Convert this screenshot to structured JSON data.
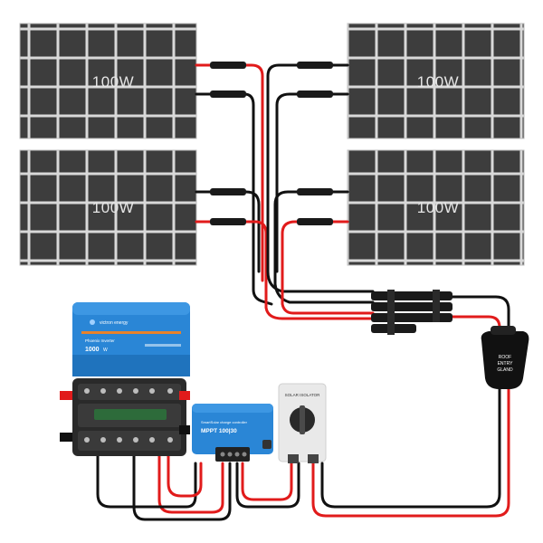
{
  "panels": [
    {
      "id": "top-left",
      "label": "100W"
    },
    {
      "id": "top-right",
      "label": "100W"
    },
    {
      "id": "bottom-left",
      "label": "100W"
    },
    {
      "id": "bottom-right",
      "label": "100W"
    }
  ],
  "inverter": {
    "brand": "victron energy",
    "model_line": "Phoenix Inverter",
    "model_value": "1000",
    "model_unit": "W"
  },
  "charge_controller": {
    "line1": "SmartSolar charge controller",
    "model": "MPPT 100|30"
  },
  "isolator": {
    "label": "SOLAR ISOLATOR"
  },
  "gland": {
    "line1": "ROOF",
    "line2": "ENTRY",
    "line3": "GLAND"
  },
  "colors": {
    "positive": "#e11b1b",
    "negative": "#111111",
    "victron_blue": "#2a86d6",
    "panel_cell": "#3a3a3a"
  }
}
